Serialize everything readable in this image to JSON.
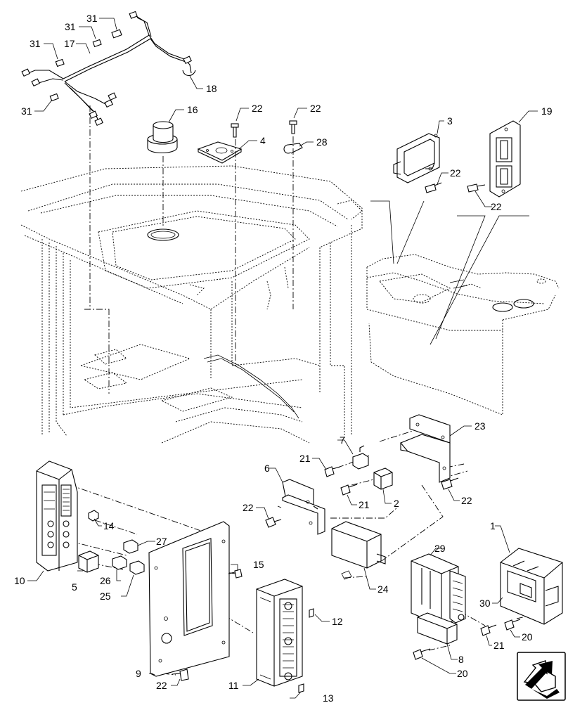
{
  "diagram": {
    "labels": {
      "l1": "1",
      "l2": "2",
      "l3": "3",
      "l4": "4",
      "l5": "5",
      "l6": "6",
      "l7": "7",
      "l8": "8",
      "l9": "9",
      "l10": "10",
      "l11": "11",
      "l12": "12",
      "l13": "13",
      "l14": "14",
      "l15": "15",
      "l16": "16",
      "l17": "17",
      "l18": "18",
      "l19": "19",
      "l20": "20",
      "l21": "21",
      "l22": "22",
      "l23": "23",
      "l24": "24",
      "l25": "25",
      "l26": "26",
      "l27": "27",
      "l28": "28",
      "l29": "29",
      "l30": "30",
      "l31": "31"
    },
    "nav_icon": "arrow-icon"
  }
}
